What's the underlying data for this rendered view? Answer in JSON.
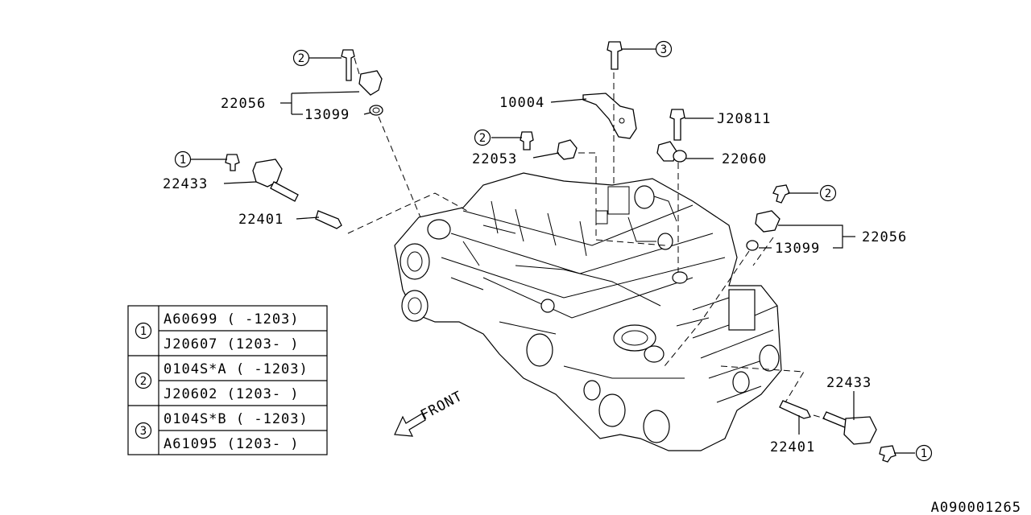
{
  "diagram_id": "A090001265",
  "front_label": "FRONT",
  "labels": {
    "p22056_top": "22056",
    "p13099_top": "13099",
    "p22433_left": "22433",
    "p22401_left": "22401",
    "p10004": "10004",
    "p22053": "22053",
    "pJ20811": "J20811",
    "p22060": "22060",
    "p13099_right": "13099",
    "p22056_right": "22056",
    "p22433_right": "22433",
    "p22401_right": "22401"
  },
  "callouts": {
    "c2_top": "2",
    "c1_left": "1",
    "c3_top": "3",
    "c2_mid": "2",
    "c2_right": "2",
    "c1_bottom": "1"
  },
  "table": [
    {
      "ref": "1",
      "rows": [
        "A60699 ( -1203)",
        "J20607 (1203- )"
      ]
    },
    {
      "ref": "2",
      "rows": [
        "0104S*A ( -1203)",
        "J20602 (1203- )"
      ]
    },
    {
      "ref": "3",
      "rows": [
        "0104S*B ( -1203)",
        "A61095 (1203- )"
      ]
    }
  ]
}
